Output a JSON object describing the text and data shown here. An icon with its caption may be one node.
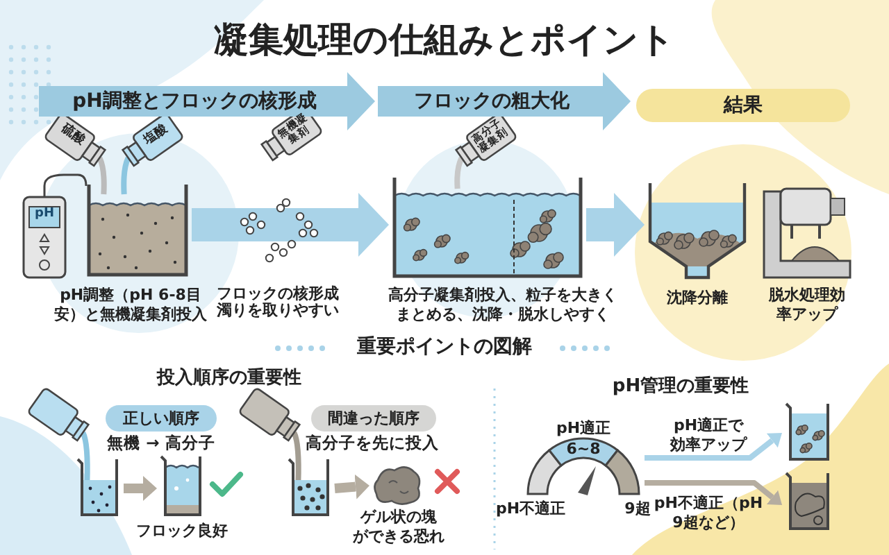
{
  "diagram": {
    "title": "凝集処理の仕組みとポイント",
    "nodes": [
      {
        "text": [
          "pH調整とフロックの核形成"
        ]
      },
      {
        "text": [
          "フロックの粗大化"
        ]
      },
      {
        "text": [
          "結果"
        ]
      },
      {
        "text": [],
        "shape": "picture",
        "beside": [
          "pH調整（pH 6-8目安）と無機凝集剤投入"
        ]
      },
      {
        "text": [],
        "shape": "picture",
        "beside": [
          "高分子凝集剤投入、粒子を大きくまとめる、沈降・脱水しやすく"
        ]
      },
      {
        "text": [],
        "shape": "picture",
        "beside": [
          "沈降分離"
        ]
      },
      {
        "text": [],
        "shape": "picture",
        "beside": [
          "脱水処理効率アップ"
        ]
      },
      {
        "text": [
          "正しい順序"
        ]
      },
      {
        "text": [
          "間違った順序"
        ]
      },
      {
        "text": [],
        "shape": "picture"
      },
      {
        "text": [],
        "shape": "picture",
        "beside": [
          "フロック良好"
        ]
      },
      {
        "text": [],
        "shape": "picture"
      },
      {
        "text": [],
        "shape": "picture",
        "beside": [
          "ゲル状の塊ができる恐れ"
        ]
      },
      {
        "text": [
          "6~8"
        ],
        "beside": [
          "pH適正",
          "pH不適正",
          "9超"
        ]
      },
      {
        "text": [],
        "shape": "picture"
      },
      {
        "text": [],
        "shape": "picture"
      }
    ],
    "edges": [
      {
        "from": 3,
        "to": 4,
        "arrow": "to",
        "style": "thick",
        "color": "#a9d3e8"
      },
      {
        "from": 4,
        "to": 5,
        "arrow": "to",
        "style": "thick",
        "color": "#a9d3e8"
      },
      {
        "from": 9,
        "to": 10,
        "arrow": "to",
        "color": "#b5ada0"
      },
      {
        "from": 11,
        "to": 12,
        "arrow": "to",
        "color": "#b5ada0"
      },
      {
        "from": 13,
        "to": 14,
        "arrow": "to",
        "label": "pH適正で効率アップ",
        "color": "#a9d3e8"
      },
      {
        "from": 13,
        "to": 15,
        "arrow": "to",
        "label": "pH不適正（pH 9超など）",
        "color": "#b5ada0"
      }
    ],
    "labels": [
      "硫酸",
      "塩酸",
      "pH",
      "無機凝集剤",
      "フロックの核形成濁りを取りやすい",
      "高分子凝集剤",
      "重要ポイントの図解",
      "投入順序の重要性",
      "無機 → 高分子",
      "高分子を先に投入",
      "pH管理の重要性"
    ]
  }
}
